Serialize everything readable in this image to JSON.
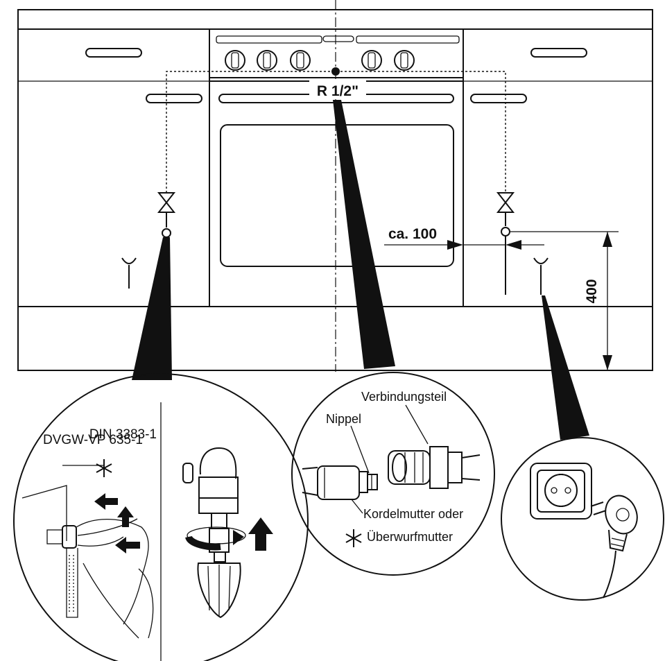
{
  "labels": {
    "pipe_thread": "R 1/2\"",
    "distance_side": "ca. 100",
    "height_dim": "400",
    "standard_left": "DVGW-VP 635-1",
    "standard_right": "DIN 3383-1",
    "connector_part": "Verbindungsteil",
    "nipple": "Nippel",
    "nut_line1": "Kordelmutter oder",
    "nut_line2": "Überwurfmutter",
    "asterisk": "*"
  },
  "colors": {
    "line": "#111111",
    "background": "#ffffff"
  }
}
